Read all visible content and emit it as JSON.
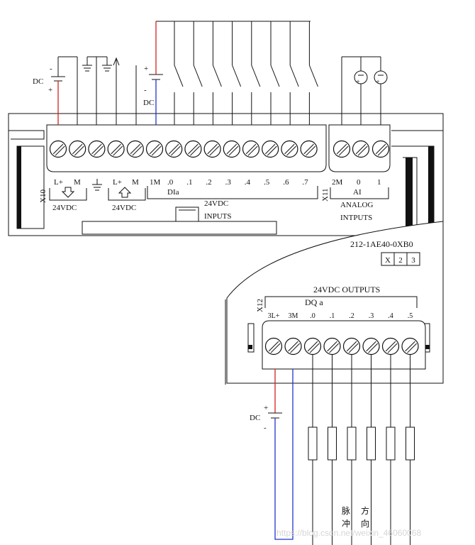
{
  "diagram": {
    "top_block": {
      "supply_dc_label": "DC",
      "supply_minus": "-",
      "supply_plus": "+",
      "input_dc_label": "DC",
      "input_plus": "+",
      "input_minus": "-",
      "power_labels": [
        "L+",
        "M"
      ],
      "power_voltage": "24VDC",
      "sensor_out_labels": [
        "L+",
        "M"
      ],
      "sensor_out_voltage": "24VDC",
      "x10": "X10",
      "input_common": "1M",
      "input_channels": [
        ".0",
        ".1",
        ".2",
        ".3",
        ".4",
        ".5",
        ".6",
        ".7"
      ],
      "input_group": "DIa",
      "inputs_title_line1": "24VDC",
      "inputs_title_line2": "INPUTS",
      "x11": "X11",
      "analog_channels": [
        "2M",
        "0",
        "1"
      ],
      "analog_group": "AI",
      "analog_title_line1": "ANALOG",
      "analog_title_line2": "INTPUTS",
      "part_number": "212-1AE40-0XB0",
      "box_marks": [
        "X",
        "2",
        "3"
      ]
    },
    "bottom_block": {
      "outputs_title": "24VDC OUTPUTS",
      "output_group": "DQ a",
      "x12": "X12",
      "output_terminals": [
        "3L+",
        "3M",
        ".0",
        ".1",
        ".2",
        ".3",
        ".4",
        ".5"
      ],
      "dc_label": "DC",
      "plus": "+",
      "minus": "-",
      "pulse_label": [
        "脉",
        "冲"
      ],
      "direction_label": [
        "方",
        "向"
      ]
    },
    "watermark": "https://blog.csdn.net/weixin_46060068",
    "colors": {
      "line": "#111111",
      "positive_wire": "#d42020",
      "negative_wire": "#2233cc",
      "body_fill": "#ffffff",
      "dark_bar": "#1a1a1a",
      "watermark": "#d6d6d6"
    }
  }
}
